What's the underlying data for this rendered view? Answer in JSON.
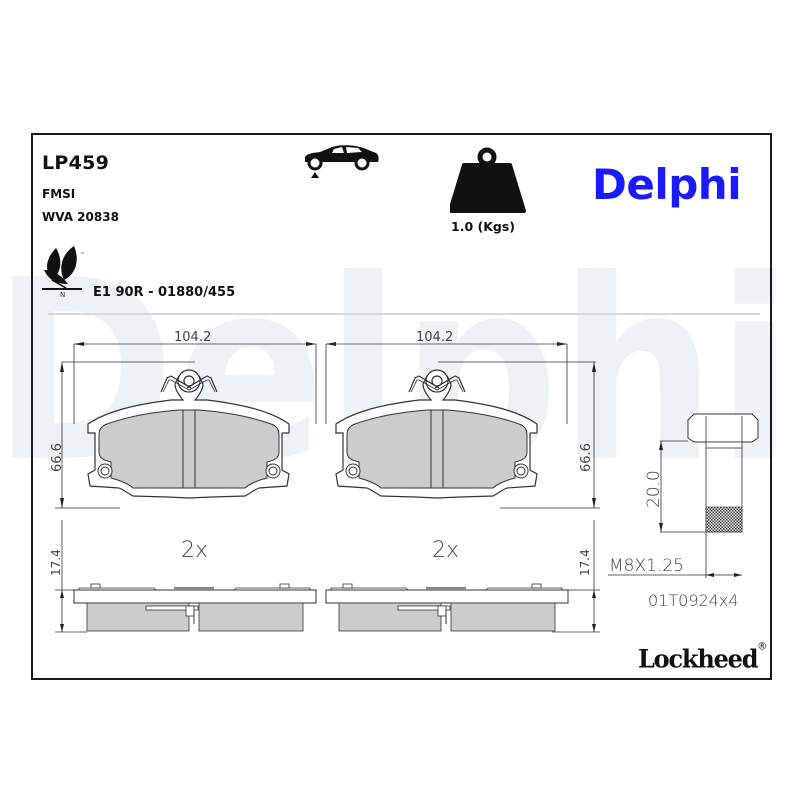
{
  "header": {
    "part_number": "LP459",
    "fmsi_label": "FMSI",
    "wva_label": "WVA 20838",
    "weight_label": "1.0 (Kgs)",
    "ece_approval": "E1 90R - 01880/455",
    "eco_icon_letter": "N",
    "eco_icon_tm": "™"
  },
  "brand": {
    "name": "Delphi",
    "color": "#1a1aff",
    "watermark_text": "Delphi",
    "watermark_color": "#eef1f6"
  },
  "footer": {
    "brand_name": "Lockheed",
    "registered_mark": "®"
  },
  "icons": {
    "car": "car-axle-position-icon",
    "weight": "weight-icon",
    "eco": "eco-leaf-icon"
  },
  "drawing": {
    "left_pad": {
      "width_dim": "104.2",
      "height_dim": "66.6",
      "thickness_dim": "17.4",
      "quantity": "2x"
    },
    "right_pad": {
      "width_dim": "104.2",
      "height_dim": "66.6",
      "thickness_dim": "17.4",
      "quantity": "2x"
    },
    "bolt": {
      "length_dim": "20.0",
      "thread_spec": "M8X1.25",
      "kit_ref": "01T0924x4"
    },
    "friction_color": "#cccccc",
    "line_color": "#333333"
  }
}
